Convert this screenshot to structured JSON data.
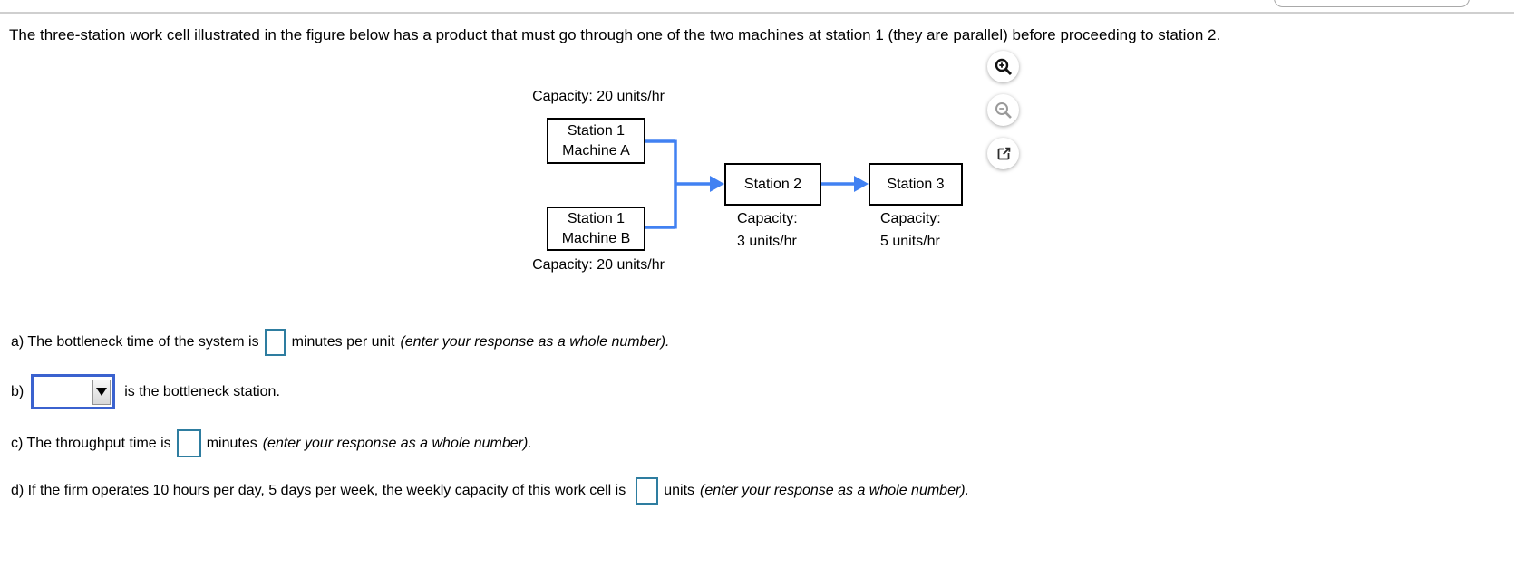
{
  "header": {
    "paragraph": "The three-station work cell illustrated in the figure below has a product that must go through one of the two machines at station 1 (they are parallel) before proceeding to station 2."
  },
  "toolbar": {
    "icons": [
      "zoom-in",
      "zoom-out",
      "open-in-new-window"
    ]
  },
  "figure": {
    "top_capacity": "Capacity: 20 units/hr",
    "bottom_capacity": "Capacity: 20 units/hr",
    "machine_a": {
      "line1": "Station 1",
      "line2": "Machine A"
    },
    "machine_b": {
      "line1": "Station 1",
      "line2": "Machine B"
    },
    "station2": {
      "label": "Station 2",
      "cap_line1": "Capacity:",
      "cap_line2": "3 units/hr"
    },
    "station3": {
      "label": "Station 3",
      "cap_line1": "Capacity:",
      "cap_line2": "5 units/hr"
    }
  },
  "questions": {
    "a": {
      "pre": "a) The bottleneck time of the system is",
      "input_value": "",
      "mid": "minutes per unit",
      "note": "(enter your response as a whole number)."
    },
    "b": {
      "pre": "b)",
      "dropdown_value": "",
      "post": "is the bottleneck station."
    },
    "c": {
      "pre": "c) The throughput time is",
      "input_value": "",
      "mid": "minutes",
      "note": "(enter your response as a whole number)."
    },
    "d": {
      "pre": "d) If the firm operates 10 hours per day, 5 days per week, the weekly capacity of this work cell is",
      "input_value": "",
      "mid": "units",
      "note": "(enter your response as a whole number)."
    }
  },
  "colors": {
    "arrow_blue": "#4181f2",
    "answer_box_border": "#2e7da0",
    "dropdown_border": "#3b62cf",
    "box_border": "#000000"
  }
}
